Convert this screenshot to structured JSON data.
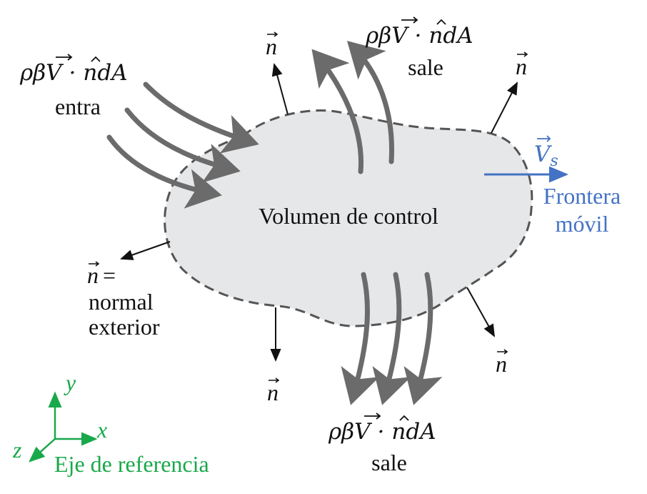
{
  "diagram": {
    "cv_label": "Volumen de control",
    "flux_expression": {
      "rho": "ρ",
      "beta": "β",
      "V": "V",
      "dot": "·",
      "n_hat": "n",
      "d": "d",
      "A": "A"
    },
    "inflow_label": "entra",
    "outflow_top_label": "sale",
    "outflow_bottom_label": "sale",
    "normal_symbol": "n",
    "normal_equals": "=",
    "normal_desc_line1": "normal",
    "normal_desc_line2": "exterior",
    "boundary_velocity": {
      "symbol": "V",
      "subscript": "s"
    },
    "boundary_label_line1": "Frontera",
    "boundary_label_line2": "móvil",
    "axes": {
      "x": "x",
      "y": "y",
      "z": "z",
      "caption": "Eje de referencia"
    },
    "colors": {
      "region_fill": "#e6e7e9",
      "region_border": "#555555",
      "flow_arrow": "#6b6b6b",
      "normal_arrow": "#111111",
      "boundary": "#4472c4",
      "axes": "#19a84a"
    }
  }
}
